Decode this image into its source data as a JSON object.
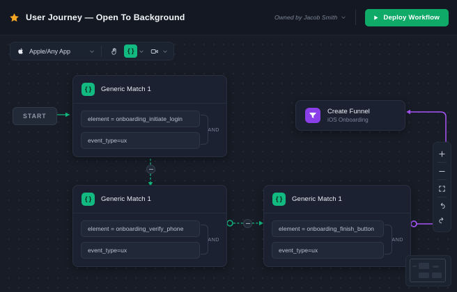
{
  "header": {
    "star_icon": "star-icon",
    "title": "User Journey — Open To Background",
    "owner_label": "Owned by Jacob Smith",
    "owner_chevron": "chevron-down-icon",
    "deploy_label": "Deploy Workflow",
    "deploy_icon": "play-icon",
    "deploy_color": "#0fa968"
  },
  "toolbar": {
    "app_icon": "apple-icon",
    "app_label": "Apple/Any App",
    "app_chevron": "chevron-down-icon",
    "tools": [
      {
        "name": "hand-tool-icon",
        "active": false
      },
      {
        "name": "code-brackets-icon",
        "active": true,
        "glyph": "{ }"
      },
      {
        "name": "camera-icon",
        "active": false
      }
    ]
  },
  "canvas": {
    "background": "#171c26",
    "dot_color": "#262d3b",
    "start_label": "START",
    "edge_green": "#12b981",
    "edge_purple": "#a855f7",
    "and_label": "AND",
    "nodes": [
      {
        "id": "generic-match-1-a",
        "badge_glyph": "{ }",
        "badge_color": "#12b981",
        "title": "Generic Match 1",
        "filters": [
          "element = onboarding_initiate_login",
          "event_type=ux"
        ],
        "operator": "AND"
      },
      {
        "id": "generic-match-1-b",
        "badge_glyph": "{ }",
        "badge_color": "#12b981",
        "title": "Generic Match 1",
        "filters": [
          "element = onboarding_verify_phone",
          "event_type=ux"
        ],
        "operator": "AND"
      },
      {
        "id": "generic-match-1-c",
        "badge_glyph": "{ }",
        "badge_color": "#12b981",
        "title": "Generic Match 1",
        "filters": [
          "element = onboarding_finish_button",
          "event_type=ux"
        ],
        "operator": "AND"
      }
    ],
    "funnel": {
      "icon": "funnel-icon",
      "badge_color": "#8b3fe8",
      "title": "Create Funnel",
      "subtitle": "iOS Onboarding"
    }
  },
  "side_tools": [
    {
      "name": "zoom-in-icon",
      "label": "+"
    },
    {
      "name": "zoom-out-icon",
      "label": "−"
    },
    {
      "name": "fit-to-screen-icon",
      "label": ""
    },
    {
      "name": "undo-icon",
      "label": ""
    },
    {
      "name": "redo-icon",
      "label": ""
    }
  ],
  "minimap": {
    "name": "minimap"
  }
}
